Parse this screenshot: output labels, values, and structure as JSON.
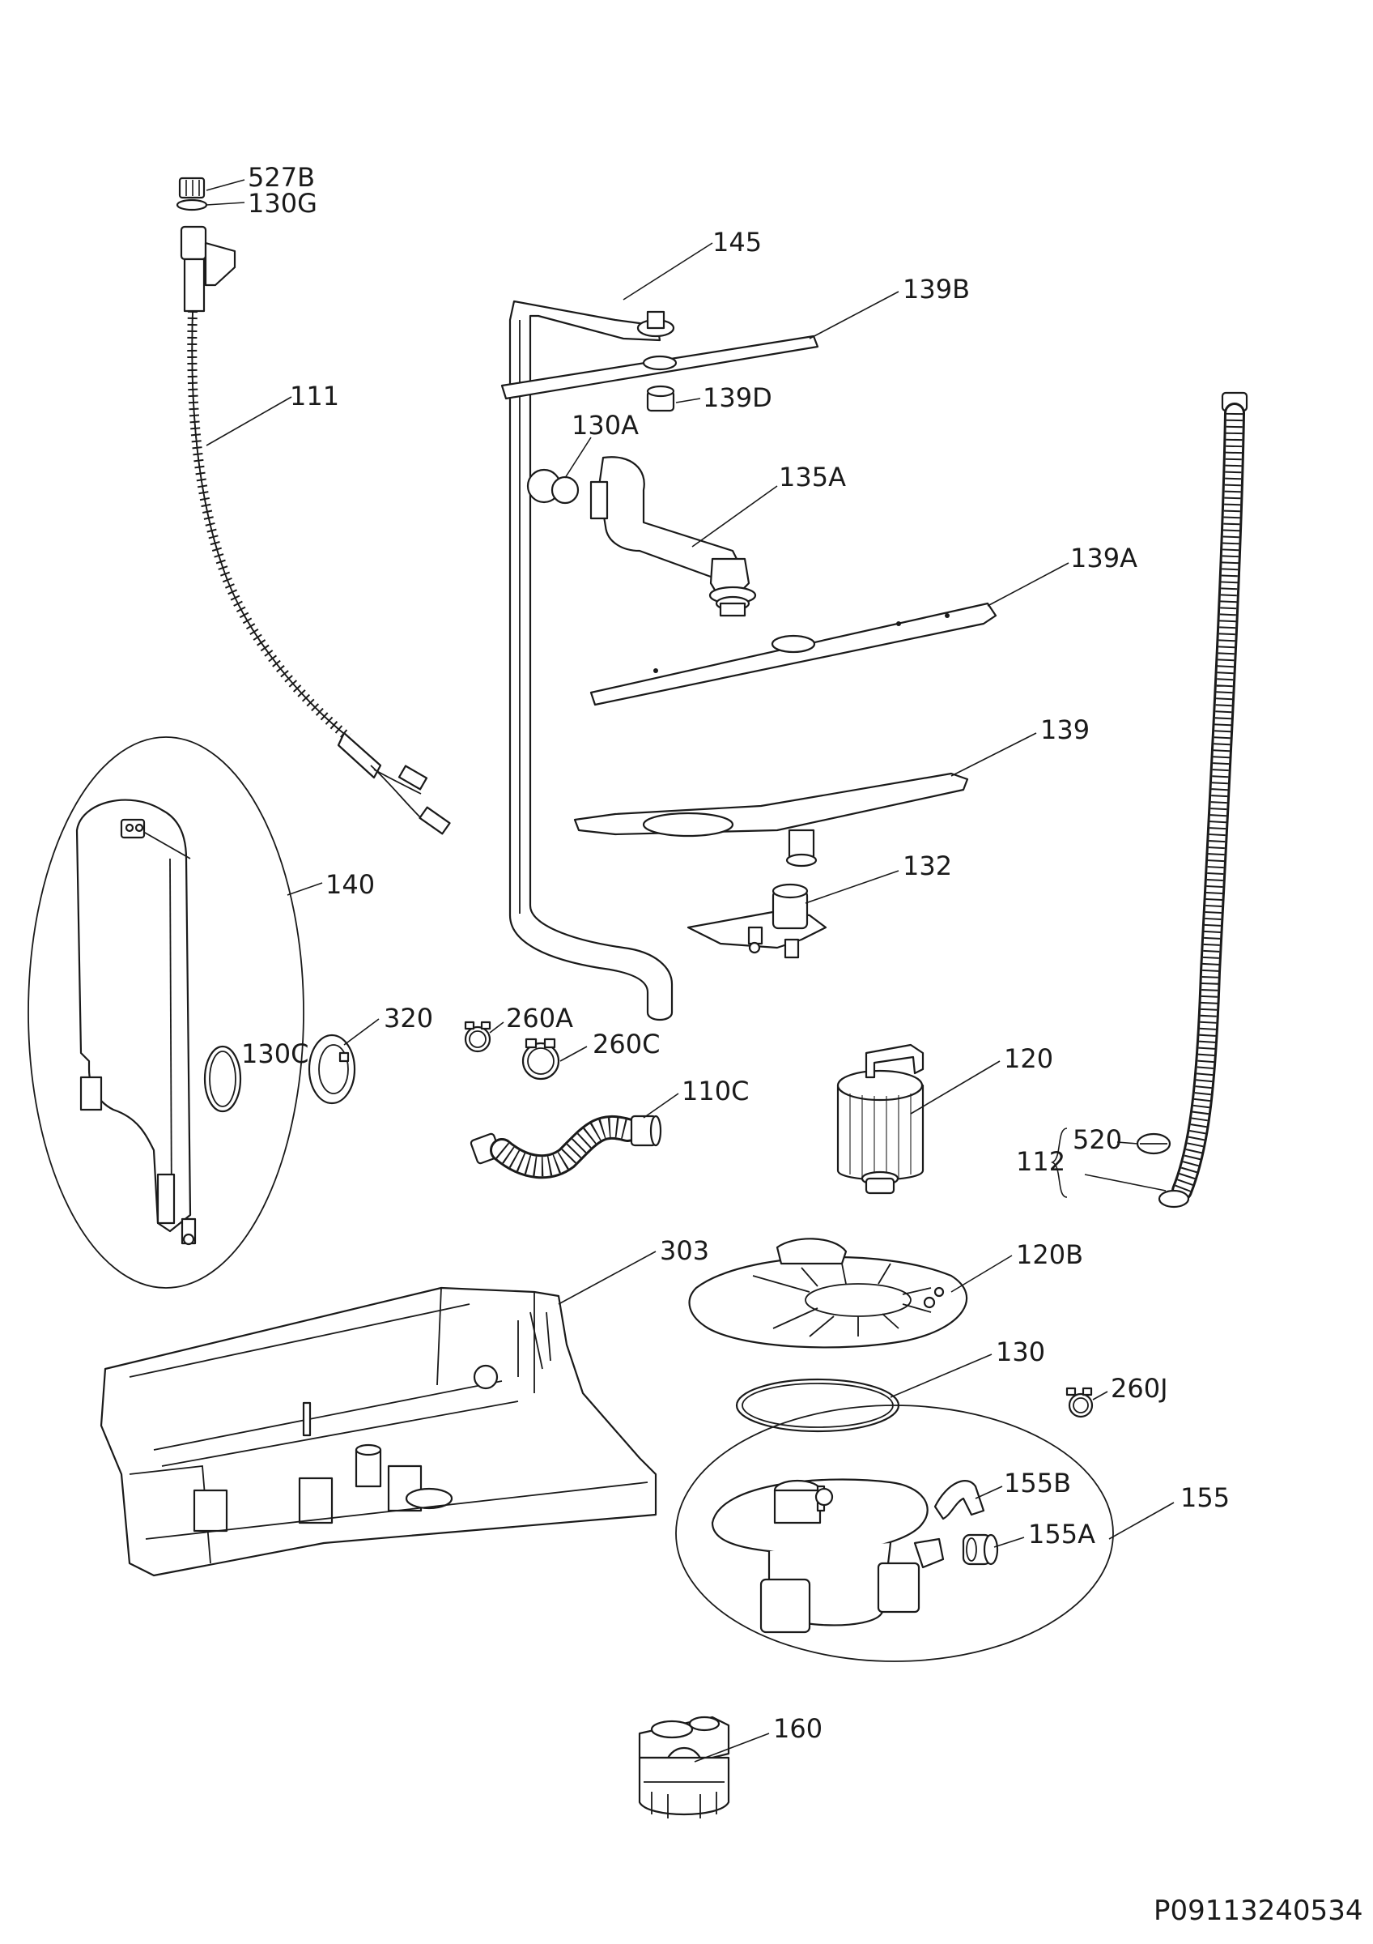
{
  "labels": {
    "l527B": "527B",
    "l130G": "130G",
    "l111": "111",
    "l145": "145",
    "l139B": "139B",
    "l139D": "139D",
    "l130A": "130A",
    "l135A": "135A",
    "l139A": "139A",
    "l139": "139",
    "l140": "140",
    "l132": "132",
    "l320": "320",
    "l130C": "130C",
    "l260A": "260A",
    "l260C": "260C",
    "l110C": "110C",
    "l120": "120",
    "l520": "520",
    "l112": "112",
    "l303": "303",
    "l120B": "120B",
    "l130": "130",
    "l260J": "260J",
    "l155B": "155B",
    "l155": "155",
    "l155A": "155A",
    "l160": "160"
  },
  "document_number": "P09113240534",
  "colors": {
    "line": "#1a1a1a",
    "background": "#ffffff"
  }
}
